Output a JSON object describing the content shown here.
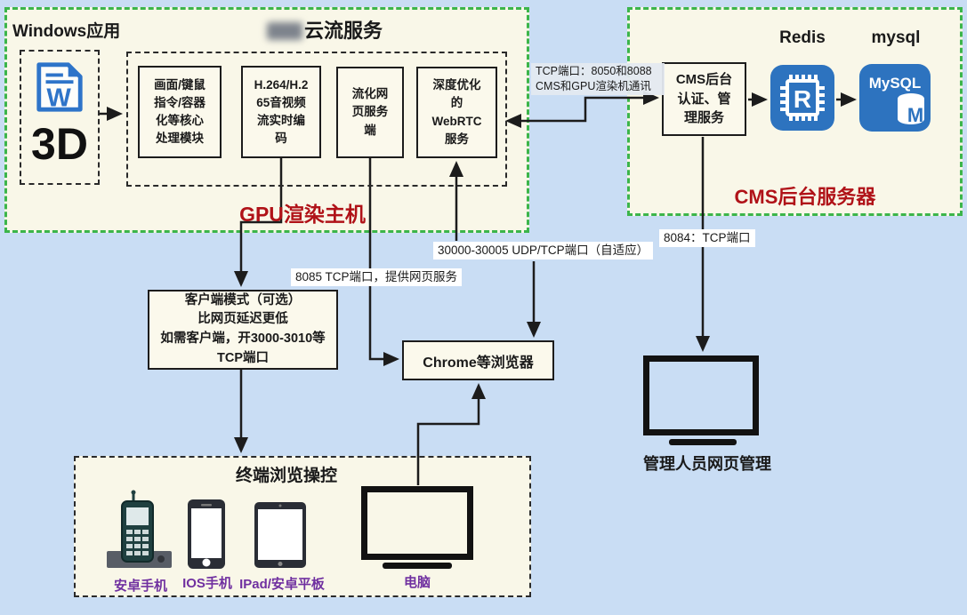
{
  "colors": {
    "background": "#c9ddf4",
    "panel_fill": "#f9f7e8",
    "green_border": "#3cb54a",
    "red_text": "#b01218",
    "purple_label": "#7030a0",
    "icon_blue": "#2d73bf",
    "line": "#1c1c1c"
  },
  "gpu_panel": {
    "windows_app_label": "Windows应用",
    "service_title": "云流服务",
    "app_3d_label": "3D",
    "word_icon_letter": "W",
    "modules": [
      {
        "text": "画面/键鼠\n指令/容器\n化等核心\n处理模块"
      },
      {
        "text": "H.264/H.2\n65音视频\n流实时编\n码"
      },
      {
        "text": "流化网\n页服务\n端"
      },
      {
        "text": "深度优化\n的\nWebRTC\n服务"
      }
    ],
    "caption": "GPU渲染主机"
  },
  "cms_panel": {
    "cms_box_text": "CMS后台\n认证、管\n理服务",
    "redis_label": "Redis",
    "mysql_label": "mysql",
    "redis_icon_letter": "R",
    "mysql_icon_text": "MySQL",
    "mysql_icon_letter": "M",
    "caption": "CMS后台服务器"
  },
  "port_labels": {
    "tcp_8050": "TCP端口：8050和8088\nCMS和GPU渲染机通讯",
    "udp_30000": "30000-30005 UDP/TCP端口（自适应）",
    "tcp_8085": "8085 TCP端口，提供网页服务",
    "tcp_8084": "8084：TCP端口"
  },
  "client_box_text": "客户端模式（可选）\n比网页延迟更低\n如需客户端，开3000-3010等\nTCP端口",
  "chrome_box_text": "Chrome等浏览器",
  "admin_monitor_label": "管理人员网页管理",
  "terminal_panel": {
    "title": "终端浏览操控",
    "devices": [
      {
        "label": "安卓手机"
      },
      {
        "label": "IOS手机"
      },
      {
        "label": "IPad/安卓平板"
      },
      {
        "label": "电脑"
      }
    ]
  }
}
